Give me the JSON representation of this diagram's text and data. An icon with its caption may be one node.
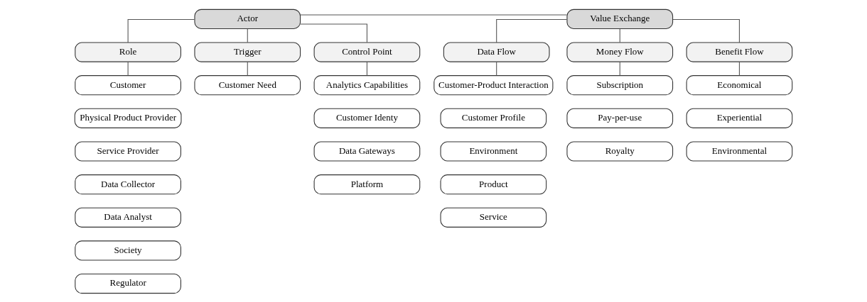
{
  "diagram": {
    "nodes": [
      {
        "text": [
          "Actor"
        ]
      },
      {
        "text": [
          "Value Exchange"
        ]
      },
      {
        "text": [
          "Role"
        ]
      },
      {
        "text": [
          "Trigger"
        ]
      },
      {
        "text": [
          "Control Point"
        ]
      },
      {
        "text": [
          "Data Flow"
        ]
      },
      {
        "text": [
          "Money Flow"
        ]
      },
      {
        "text": [
          "Benefit Flow"
        ]
      },
      {
        "text": [
          "Customer"
        ]
      },
      {
        "text": [
          "Physical Product Provider"
        ]
      },
      {
        "text": [
          "Service Provider"
        ]
      },
      {
        "text": [
          "Data Collector"
        ]
      },
      {
        "text": [
          "Data Analyst"
        ]
      },
      {
        "text": [
          "Society"
        ]
      },
      {
        "text": [
          "Regulator"
        ]
      },
      {
        "text": [
          "Customer Need"
        ]
      },
      {
        "text": [
          "Analytics Capabilities"
        ]
      },
      {
        "text": [
          "Customer Identy"
        ]
      },
      {
        "text": [
          "Data Gateways"
        ]
      },
      {
        "text": [
          "Platform"
        ]
      },
      {
        "text": [
          "Customer-Product Interaction"
        ]
      },
      {
        "text": [
          "Customer Profile"
        ]
      },
      {
        "text": [
          "Environment"
        ]
      },
      {
        "text": [
          "Product"
        ]
      },
      {
        "text": [
          "Service"
        ]
      },
      {
        "text": [
          "Subscription"
        ]
      },
      {
        "text": [
          "Pay-per-use"
        ]
      },
      {
        "text": [
          "Royalty"
        ]
      },
      {
        "text": [
          "Economical"
        ]
      },
      {
        "text": [
          "Experiential"
        ]
      },
      {
        "text": [
          "Environmental"
        ]
      }
    ],
    "edges": [
      {
        "from": 0,
        "to": 1,
        "arrow": "none"
      },
      {
        "from": 0,
        "to": 2,
        "arrow": "none"
      },
      {
        "from": 0,
        "to": 3,
        "arrow": "none"
      },
      {
        "from": 0,
        "to": 4,
        "arrow": "none"
      },
      {
        "from": 1,
        "to": 5,
        "arrow": "none"
      },
      {
        "from": 1,
        "to": 6,
        "arrow": "none"
      },
      {
        "from": 1,
        "to": 7,
        "arrow": "none"
      },
      {
        "from": 2,
        "to": 8,
        "arrow": "none"
      },
      {
        "from": 3,
        "to": 15,
        "arrow": "none"
      },
      {
        "from": 4,
        "to": 16,
        "arrow": "none"
      },
      {
        "from": 5,
        "to": 20,
        "arrow": "none"
      },
      {
        "from": 6,
        "to": 25,
        "arrow": "none"
      },
      {
        "from": 7,
        "to": 28,
        "arrow": "none"
      }
    ]
  }
}
